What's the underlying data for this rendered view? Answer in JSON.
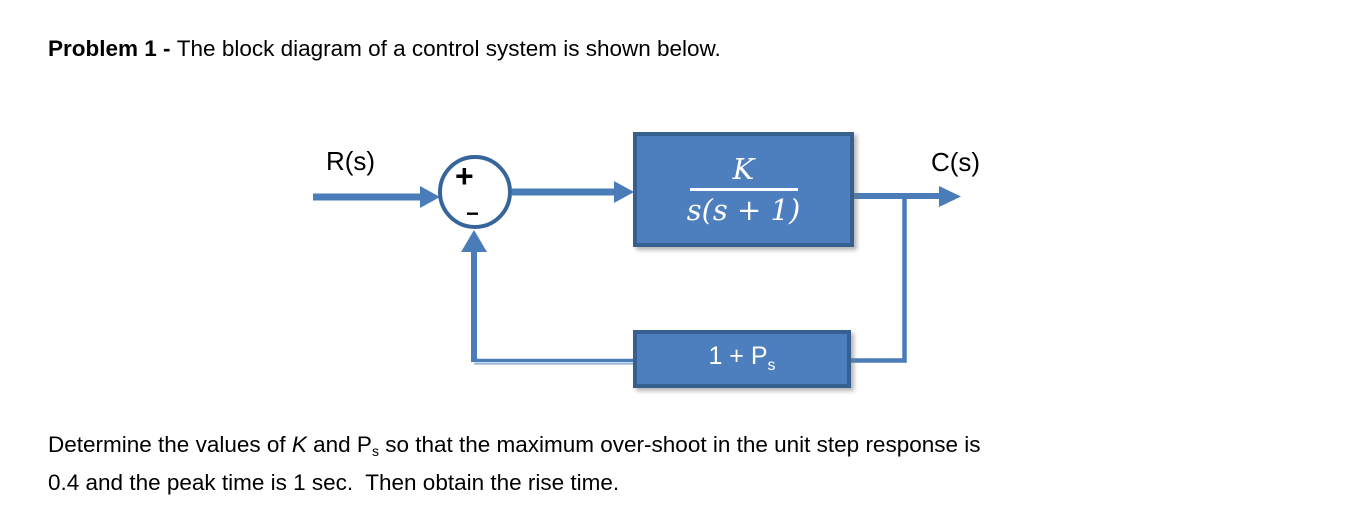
{
  "title": {
    "bold": "Problem 1 - ",
    "text": "The block diagram of a control system is shown below."
  },
  "diagram": {
    "input_label": "R(s)",
    "output_label": "C(s)",
    "summing_junction": {
      "plus": "+",
      "minus": "−"
    },
    "forward_block": {
      "numerator": "K",
      "denominator": "s(s + 1)"
    },
    "feedback_block": {
      "label_base": "1 + P",
      "label_sub": "s"
    },
    "colors": {
      "block_fill": "#4d7ebd",
      "block_border": "#35608f",
      "connector": "#4a7cba",
      "circle_border": "#36659c"
    }
  },
  "problem_text": {
    "part1": "Determine the values of ",
    "k_var": "K",
    "part2": " and P",
    "p_sub": "s",
    "part3": " so that the maximum over-shoot in the unit step response is",
    "line2": "0.4 and the peak time is 1 sec.  Then obtain the rise time."
  }
}
